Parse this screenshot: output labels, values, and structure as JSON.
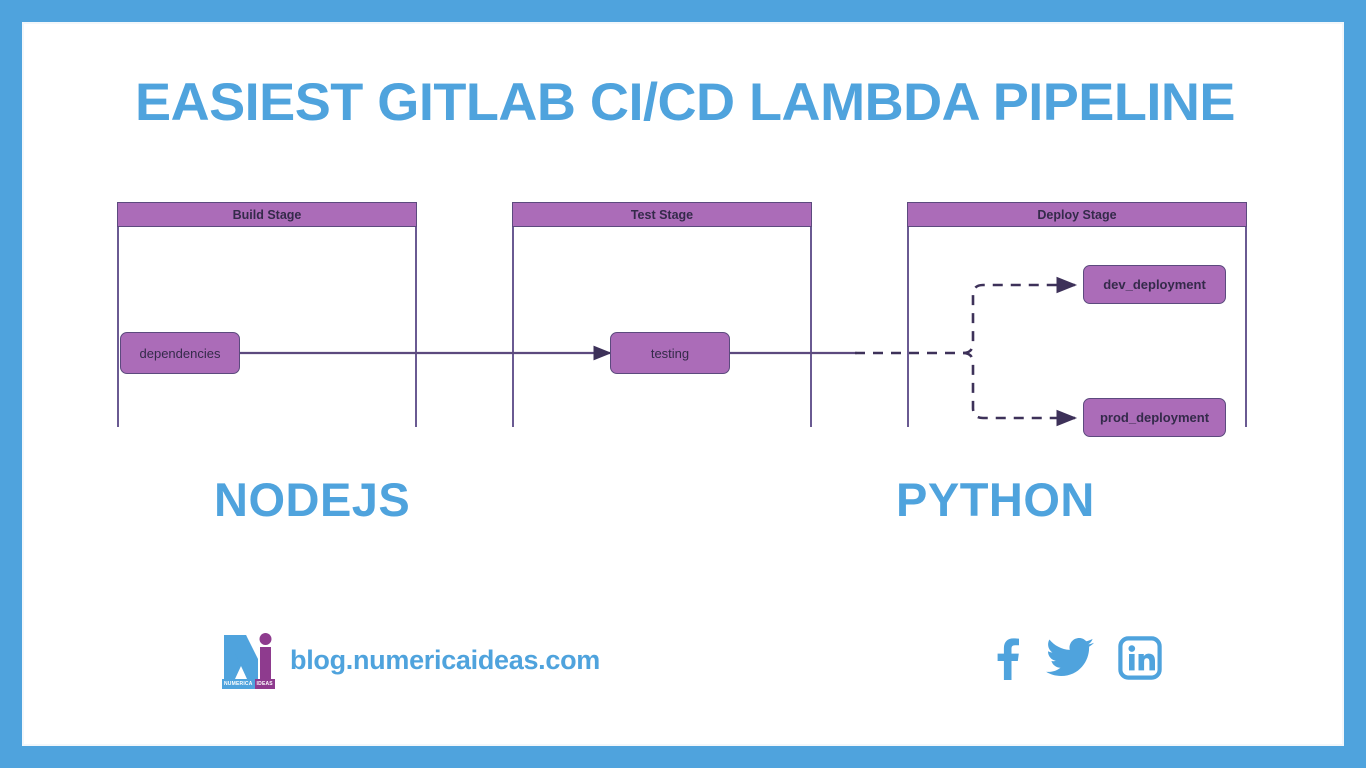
{
  "title": "EASIEST GITLAB CI/CD LAMBDA PIPELINE",
  "theme": {
    "accent_blue": "#4fa3dd",
    "node_purple": "#ab6cb8",
    "line_purple": "#5c4a7e",
    "logo_purple": "#8e3b8e",
    "text_dark": "#342a4a"
  },
  "diagram": {
    "type": "pipeline",
    "stages": [
      {
        "label": "Build Stage",
        "jobs": [
          {
            "label": "dependencies"
          }
        ]
      },
      {
        "label": "Test Stage",
        "jobs": [
          {
            "label": "testing"
          }
        ]
      },
      {
        "label": "Deploy Stage",
        "jobs": [
          {
            "label": "dev_deployment"
          },
          {
            "label": "prod_deployment"
          }
        ]
      }
    ],
    "edges": [
      {
        "from": "dependencies",
        "to": "testing",
        "style": "solid"
      },
      {
        "from": "testing",
        "to": "dev_deployment",
        "style": "dashed"
      },
      {
        "from": "testing",
        "to": "prod_deployment",
        "style": "dashed"
      }
    ]
  },
  "languages": {
    "left": "NODEJS",
    "right": "PYTHON"
  },
  "footer": {
    "url": "blog.numericaideas.com",
    "logo": {
      "letter_n": "N",
      "letter_i": "i",
      "sub_left": "NUMERICA",
      "sub_right": "IDEAS"
    },
    "social": [
      {
        "name": "facebook-icon"
      },
      {
        "name": "twitter-icon"
      },
      {
        "name": "linkedin-icon"
      }
    ]
  }
}
